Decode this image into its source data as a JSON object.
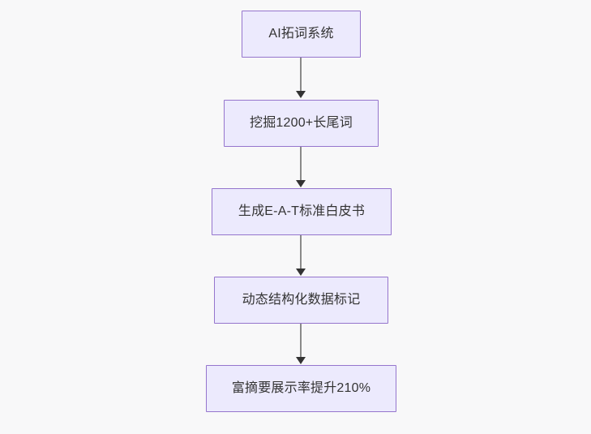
{
  "diagram": {
    "title": "AI SEO content pipeline flowchart",
    "orientation": "top-to-bottom",
    "background_color": "#f8f8f9",
    "node_fill_color": "#eceafd",
    "node_border_color": "#9575cd",
    "node_text_color": "#333333",
    "connector_line_color": "#8a8a8a",
    "connector_arrow_color": "#333333",
    "nodes": [
      {
        "id": "n1",
        "label": "AI拓词系统"
      },
      {
        "id": "n2",
        "label": "挖掘1200+长尾词"
      },
      {
        "id": "n3",
        "label": "生成E-A-T标准白皮书"
      },
      {
        "id": "n4",
        "label": "动态结构化数据标记"
      },
      {
        "id": "n5",
        "label": "富摘要展示率提升210%"
      }
    ],
    "edges": [
      {
        "id": "e1",
        "from": "n1",
        "to": "n2",
        "arrow": "arrow-down-icon"
      },
      {
        "id": "e2",
        "from": "n2",
        "to": "n3",
        "arrow": "arrow-down-icon"
      },
      {
        "id": "e3",
        "from": "n3",
        "to": "n4",
        "arrow": "arrow-down-icon"
      },
      {
        "id": "e4",
        "from": "n4",
        "to": "n5",
        "arrow": "arrow-down-icon"
      }
    ]
  }
}
